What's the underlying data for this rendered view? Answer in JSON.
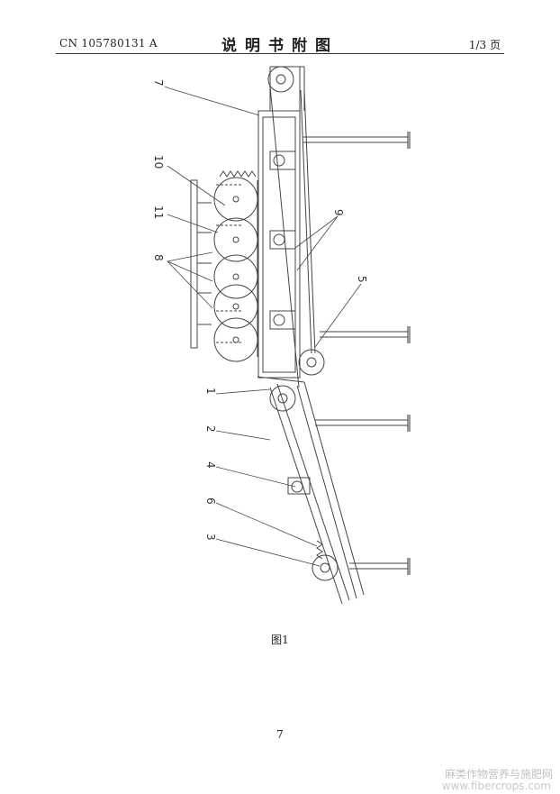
{
  "header": {
    "doc_number": "CN 105780131 A",
    "title": "说明书附图",
    "page_of": "1/3 页"
  },
  "figure": {
    "caption": "图1",
    "labels": [
      "7",
      "10",
      "11",
      "8",
      "9",
      "5",
      "1",
      "2",
      "4",
      "6",
      "3"
    ]
  },
  "footer": {
    "page_number": "7"
  },
  "watermark": {
    "line1": "麻类作物营养与施肥网",
    "line2": "www.fibercrops.com"
  }
}
